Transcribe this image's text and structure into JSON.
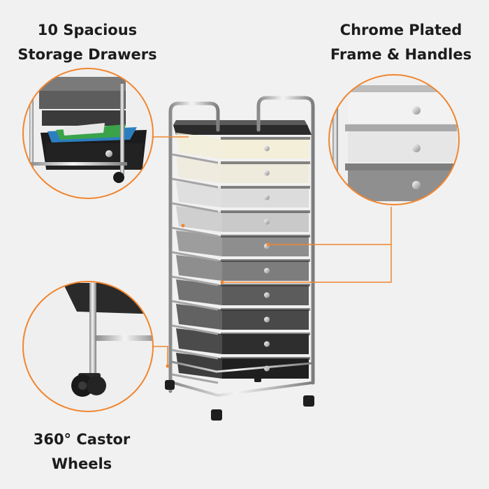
{
  "features": {
    "drawers": {
      "line1": "10  Spacious",
      "line2": "Storage Drawers"
    },
    "frame": {
      "line1": "Chrome Plated",
      "line2": "Frame & Handles"
    },
    "castors": {
      "line1": "360° Castor",
      "line2": "Wheels"
    }
  },
  "product": {
    "drawer_count": 10,
    "drawer_colors": [
      "#f3efd9",
      "#eeeadc",
      "#dcdcdc",
      "#c9c9c9",
      "#8e8e8e",
      "#7d7d7d",
      "#5c5c5c",
      "#494949",
      "#2e2e2e",
      "#1f1f1f"
    ]
  },
  "colors": {
    "background": "#f1f1f1",
    "accent_orange": "#f0862f",
    "chrome": "#b9b9b9",
    "text": "#1c1c1c"
  }
}
